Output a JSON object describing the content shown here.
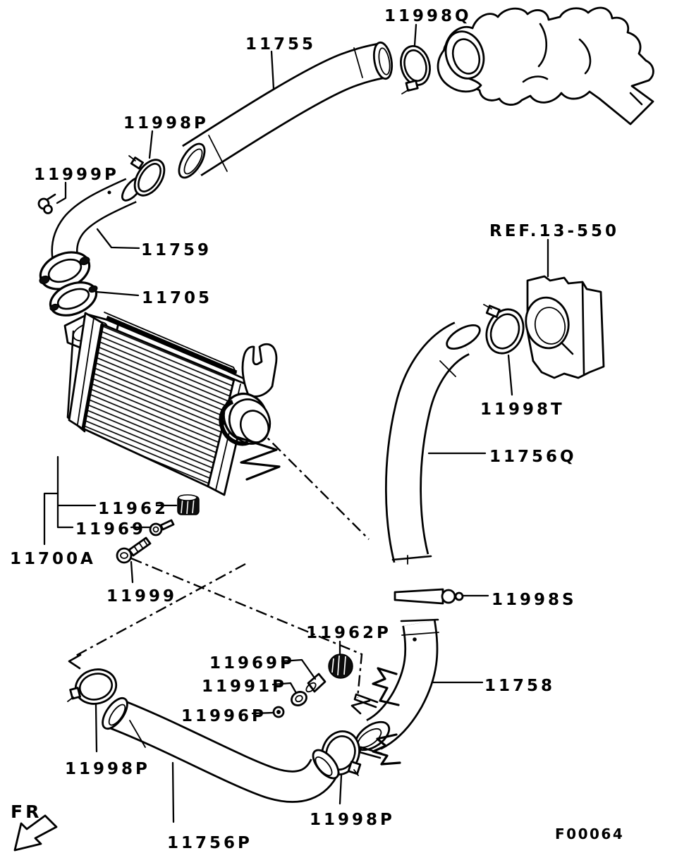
{
  "page": {
    "paper_color": "#ffffff",
    "ink_color": "#000000",
    "type": "parts-diagram"
  },
  "diagram": {
    "figure_code": "F00064",
    "front_marker": "FR",
    "reference_label": "REF.13-550",
    "parts": {
      "clamp_turbo": "11998Q",
      "hose_a": "11755",
      "clamp_pipe": "11998P",
      "bolt_pipe": "11999P",
      "pipe_outlet": "11759",
      "gasket": "11705",
      "clamp_throttle": "11998T",
      "hose_b": "11756Q",
      "grommet": "11962",
      "bolt_a": "11969",
      "intercooler_assy": "11700A",
      "bolt_b": "11999",
      "protector": "11998S",
      "grommet_p": "11962P",
      "spacer_p": "11969P",
      "washer_p": "11991P",
      "bolt_p": "11996P",
      "hose_c": "11758",
      "clamp_hose_left": "11998P",
      "hose_d": "11756P",
      "clamp_hose_center": "11998P"
    }
  }
}
